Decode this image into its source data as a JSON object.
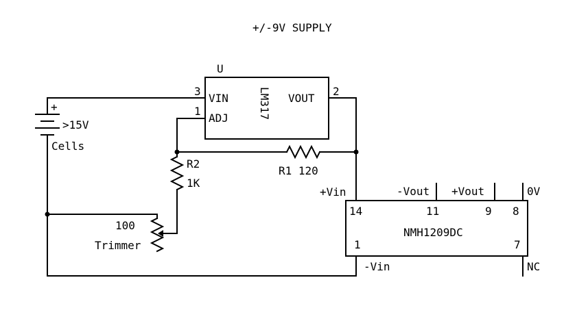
{
  "title": "+/-9V SUPPLY",
  "regulator": {
    "designator": "U",
    "part": "LM317",
    "pin3_number": "3",
    "pin3_name": "VIN",
    "pin1_number": "1",
    "pin1_name": "ADJ",
    "pin2_number": "2",
    "pin2_name": "VOUT"
  },
  "battery": {
    "plus": "+",
    "voltage": ">15V",
    "label": "Cells"
  },
  "r1": {
    "label": "R1 120"
  },
  "r2": {
    "designator": "R2",
    "value": "1K"
  },
  "trimmer": {
    "value": "100",
    "label": "Trimmer"
  },
  "converter": {
    "part": "NMH1209DC",
    "plus_vin": "+Vin",
    "minus_vout": "-Vout",
    "plus_vout": "+Vout",
    "zero_v": "0V",
    "minus_vin": "-Vin",
    "nc": "NC",
    "pin14": "14",
    "pin11": "11",
    "pin9": "9",
    "pin8": "8",
    "pin1": "1",
    "pin7": "7"
  },
  "colors": {
    "ink": "#000000",
    "background": "#ffffff"
  }
}
